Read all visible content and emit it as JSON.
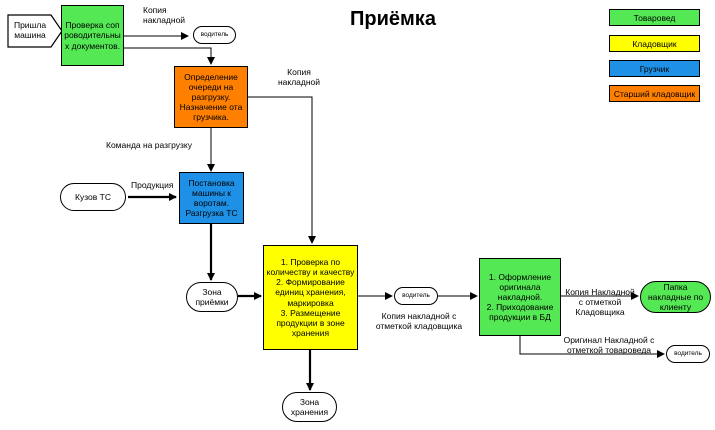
{
  "title": "Приёмка",
  "legend": [
    {
      "label": "Товаровед",
      "color": "#55e855"
    },
    {
      "label": "Кладовщик",
      "color": "#ffff00"
    },
    {
      "label": "Грузчик",
      "color": "#1e90e6"
    },
    {
      "label": "Старший кладовщик",
      "color": "#ff8000"
    }
  ],
  "nodes": {
    "arrived": "Пришла машина",
    "check_docs": "Проверка сопроводительных документов.",
    "driver1": "водитель",
    "queue": "Определение очереди на разгрузку. Назначение ота грузчика.",
    "body_ts": "Кузов ТС",
    "unload": "Постановка машины к воротам. Разгрузка ТС",
    "zone_accept": "Зона приёмки",
    "checks": "1. Проверка по количеству и качеству\n2. Формирование единиц хранения, маркировка\n3. Размещение продукции в зоне хранения",
    "driver2": "водитель",
    "zone_storage": "Зона хранения",
    "register": "1. Оформление оригинала накладной.\n2. Приходование продукции в БД",
    "folder": "Папка накладные по клиенту",
    "driver3": "водитель"
  },
  "edge_labels": {
    "copy1": "Копия накладной",
    "copy2": "Копия накладной",
    "unload_cmd": "Команда на разгрузку",
    "products": "Продукция",
    "copy_stamp": "Копия накладной с отметкой кладовщика",
    "copy_stamp2": "Копия Накладной с отметкой Кладовщика",
    "original": "Оригинал Накладной с отметкой товароведа"
  }
}
